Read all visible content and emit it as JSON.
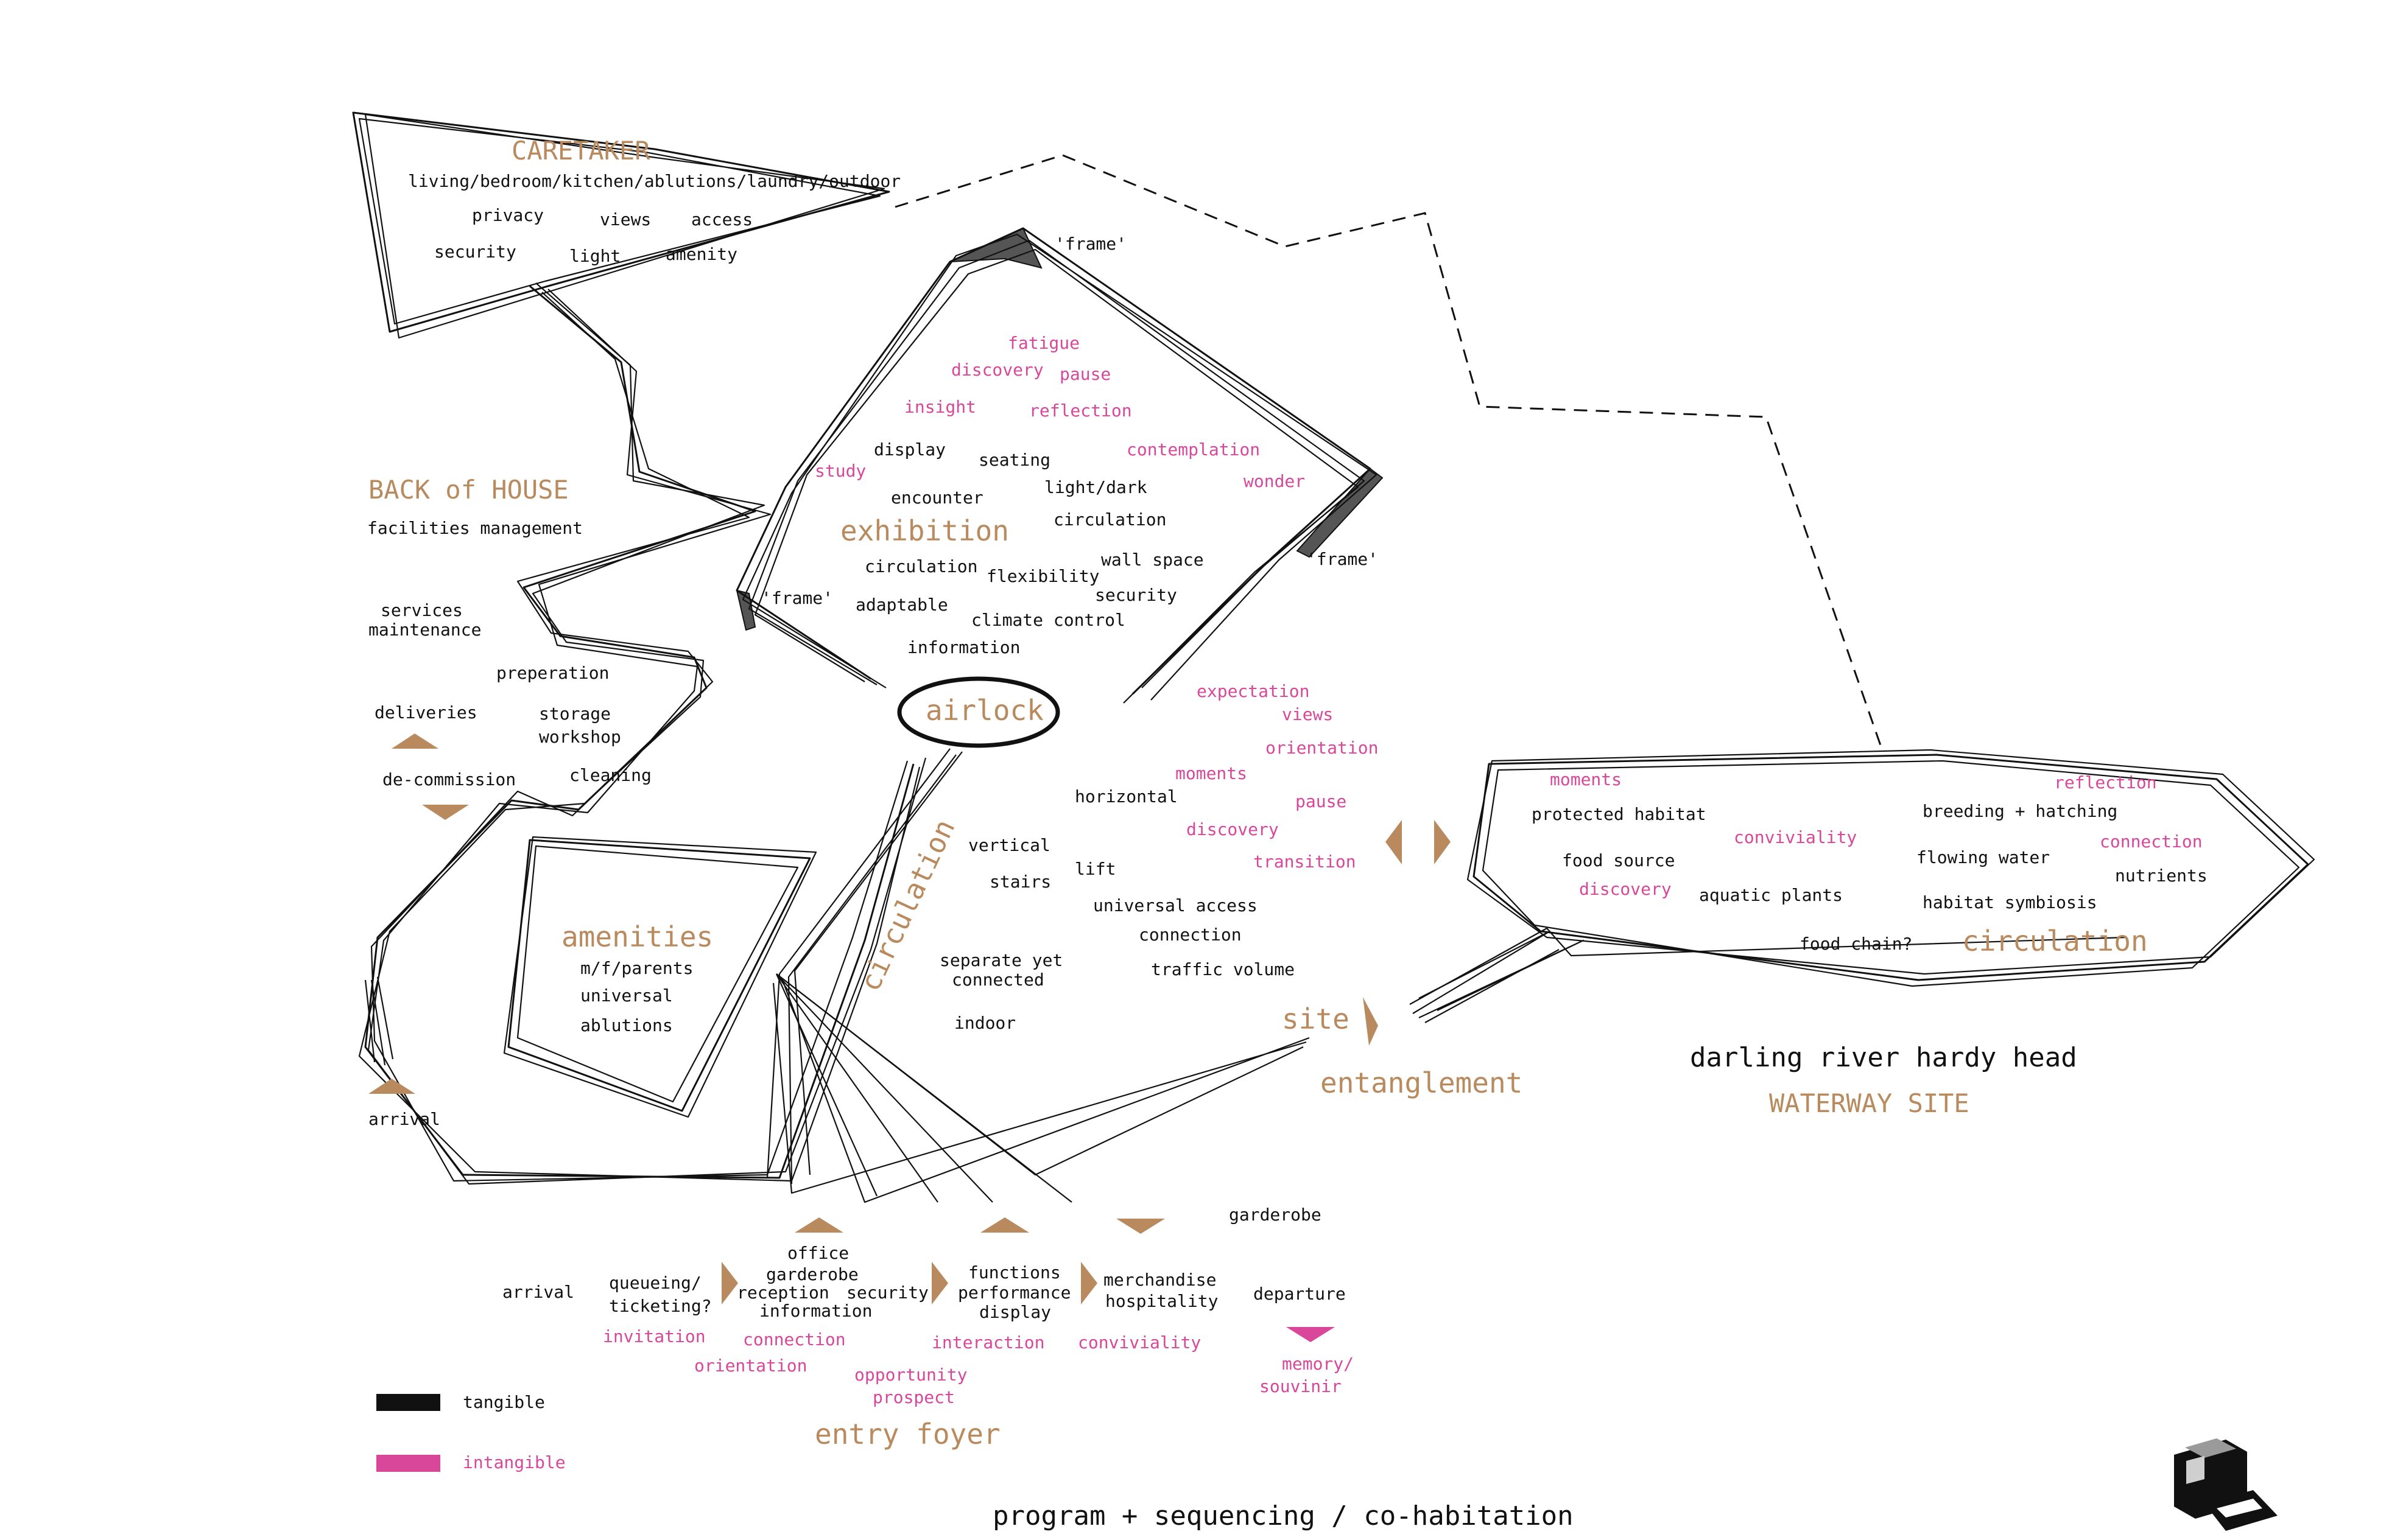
{
  "colors": {
    "tangible": "#111111",
    "intangible": "#d9479a",
    "heading": "#b98a5e"
  },
  "caretaker": {
    "title": "CARETAKER",
    "rooms": "living/bedroom/kitchen/ablutions/laundry/outdoor",
    "privacy": "privacy",
    "views": "views",
    "access": "access",
    "security": "security",
    "light": "light",
    "amenity": "amenity"
  },
  "back_of_house": {
    "title": "BACK of HOUSE",
    "facilities": "facilities management",
    "services": "services",
    "maintenance": "maintenance",
    "preperation": "preperation",
    "deliveries": "deliveries",
    "storage": "storage",
    "workshop": "workshop",
    "decommission": "de-commission",
    "cleaning": "cleaning",
    "arrival": "arrival"
  },
  "exhibition": {
    "title": "exhibition",
    "frame_top": "'frame'",
    "frame_right": "'frame'",
    "frame_left": "'frame'",
    "fatigue": "fatigue",
    "discovery": "discovery",
    "pause": "pause",
    "insight": "insight",
    "reflection": "reflection",
    "study": "study",
    "display": "display",
    "seating": "seating",
    "contemplation": "contemplation",
    "encounter": "encounter",
    "light_dark": "light/dark",
    "wonder": "wonder",
    "circulation_a": "circulation",
    "circulation_b": "circulation",
    "flexibility": "flexibility",
    "wall_space": "wall space",
    "adaptable": "adaptable",
    "security": "security",
    "climate_control": "climate control",
    "information": "information"
  },
  "airlock": {
    "label": "airlock"
  },
  "circulation": {
    "title": "circulation",
    "expectation": "expectation",
    "views": "views",
    "orientation": "orientation",
    "moments": "moments",
    "pause": "pause",
    "horizontal": "horizontal",
    "discovery": "discovery",
    "transition": "transition",
    "vertical": "vertical",
    "lift": "lift",
    "stairs": "stairs",
    "universal_access": "universal access",
    "connection": "connection",
    "separate_1": "separate yet",
    "separate_2": "connected",
    "traffic_volume": "traffic volume",
    "indoor": "indoor"
  },
  "amenities": {
    "title": "amenities",
    "mf": "m/f/parents",
    "universal": "universal",
    "ablutions": "ablutions"
  },
  "site": {
    "title": "site",
    "entanglement": "entanglement"
  },
  "waterway": {
    "name": "darling river hardy head",
    "title": "WATERWAY SITE",
    "moments": "moments",
    "reflection": "reflection",
    "protected_habitat": "protected habitat",
    "breeding": "breeding + hatching",
    "conviviality": "conviviality",
    "connection": "connection",
    "food_source": "food source",
    "flowing_water": "flowing water",
    "nutrients": "nutrients",
    "discovery": "discovery",
    "aquatic_plants": "aquatic plants",
    "habitat_symbiosis": "habitat symbiosis",
    "food_chain": "food chain?",
    "circulation": "circulation"
  },
  "entry_foyer": {
    "title": "entry foyer",
    "arrival": "arrival",
    "queueing_1": "queueing/",
    "queueing_2": "ticketing?",
    "office": "office",
    "garderobe": "garderobe",
    "reception": "reception",
    "security": "security",
    "information": "information",
    "functions": "functions",
    "performance": "performance",
    "display": "display",
    "merchandise": "merchandise",
    "hospitality": "hospitality",
    "garderobe_right": "garderobe",
    "departure": "departure",
    "invitation": "invitation",
    "connection": "connection",
    "orientation": "orientation",
    "interaction": "interaction",
    "opportunity": "opportunity",
    "prospect": "prospect",
    "conviviality": "conviviality",
    "memory_1": "memory/",
    "memory_2": "souvinir"
  },
  "legend": {
    "tangible": "tangible",
    "intangible": "intangible"
  },
  "caption": "program + sequencing / co-habitation",
  "logo": {
    "icon": "camera-logo-icon"
  }
}
